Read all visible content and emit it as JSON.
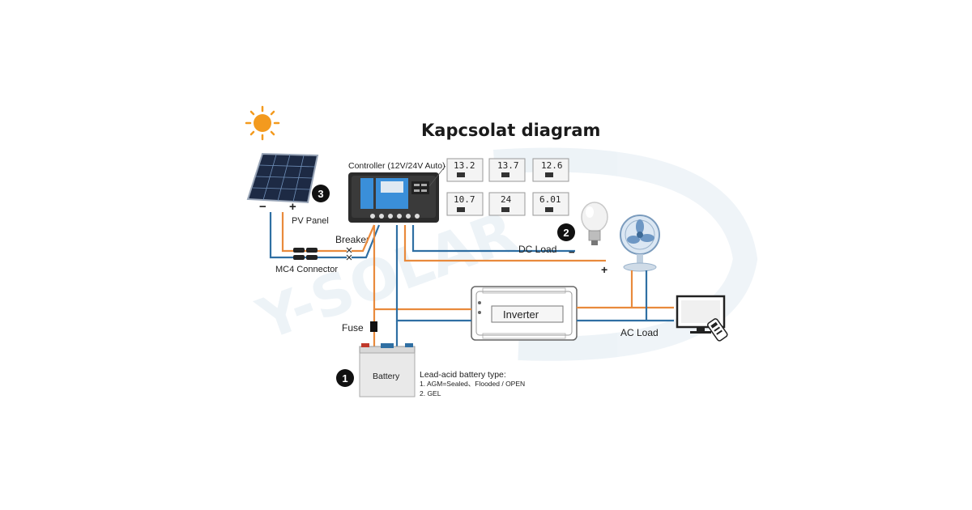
{
  "title": "Kapcsolat diagram",
  "watermark": "Y-SOLAR",
  "colors": {
    "positive_wire": "#e98a3c",
    "negative_wire": "#2f6fa3",
    "controller_body": "#2b2b2b",
    "controller_screen": "#3a8fd9",
    "sun": "#f39a1e"
  },
  "labels": {
    "controller": "Controller (12V/24V Auto)",
    "pv_panel": "PV Panel",
    "mc4_connector": "MC4 Connector",
    "breaker": "Breaker",
    "dc_load": "DC Load",
    "inverter": "Inverter",
    "ac_load": "AC Load",
    "fuse": "Fuse",
    "battery": "Battery",
    "battery_type_title": "Lead-acid battery type:",
    "battery_type_1": "1. AGM=Sealed、Flooded / OPEN",
    "battery_type_2": "2. GEL",
    "pv_minus": "−",
    "pv_plus": "+",
    "dc_minus": "−",
    "dc_plus": "+"
  },
  "badges": {
    "battery": "1",
    "dc_load": "2",
    "pv_panel": "3"
  },
  "lcd_readouts": [
    "13.2",
    "13.7",
    "12.6",
    "10.7",
    "24",
    "6.01"
  ],
  "icons": [
    "sun-icon",
    "solar-panel-icon",
    "controller-icon",
    "light-bulb-icon",
    "fan-icon",
    "tv-icon",
    "remote-icon",
    "battery-icon",
    "inverter-icon"
  ]
}
